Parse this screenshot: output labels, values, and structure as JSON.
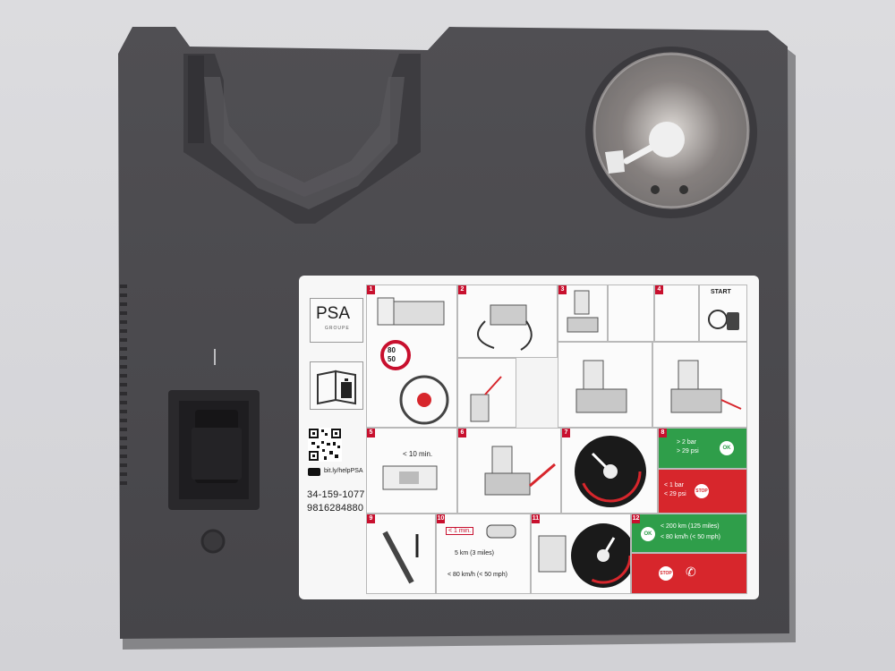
{
  "label": {
    "brand": "PSA",
    "brand_sub": "GROUPE",
    "url": "bit.ly/helpPSA",
    "part_number_1": "34-159-1077",
    "part_number_2": "9816284880",
    "speed_sign_top": "80",
    "speed_sign_bottom": "50",
    "start": "START",
    "steps": [
      {
        "n": "1"
      },
      {
        "n": "2"
      },
      {
        "n": "3"
      },
      {
        "n": "4"
      },
      {
        "n": "5"
      },
      {
        "n": "6"
      },
      {
        "n": "7"
      },
      {
        "n": "8"
      },
      {
        "n": "9"
      },
      {
        "n": "10"
      },
      {
        "n": "11"
      },
      {
        "n": "12"
      }
    ],
    "step5_text": "< 10 min.",
    "step8_ok_line1": "> 2 bar",
    "step8_ok_line2": "> 29 psi",
    "step8_stop_line1": "< 1 bar",
    "step8_stop_line2": "< 29 psi",
    "step9_text": "< 1 min.",
    "step10_dist": "5 km (3 miles)",
    "step10_speed": "< 80 km/h (< 50 mph)",
    "step12_line1": "< 200 km (125 miles)",
    "step12_line2": "< 80 km/h (< 50 mph)",
    "ok": "OK",
    "stop": "STOP"
  },
  "colors": {
    "housing": "#4a4a4d",
    "wall": "#d8d8db",
    "label_red": "#c8102e",
    "ok_green": "#2f9e4a",
    "stop_red": "#d7262c"
  }
}
